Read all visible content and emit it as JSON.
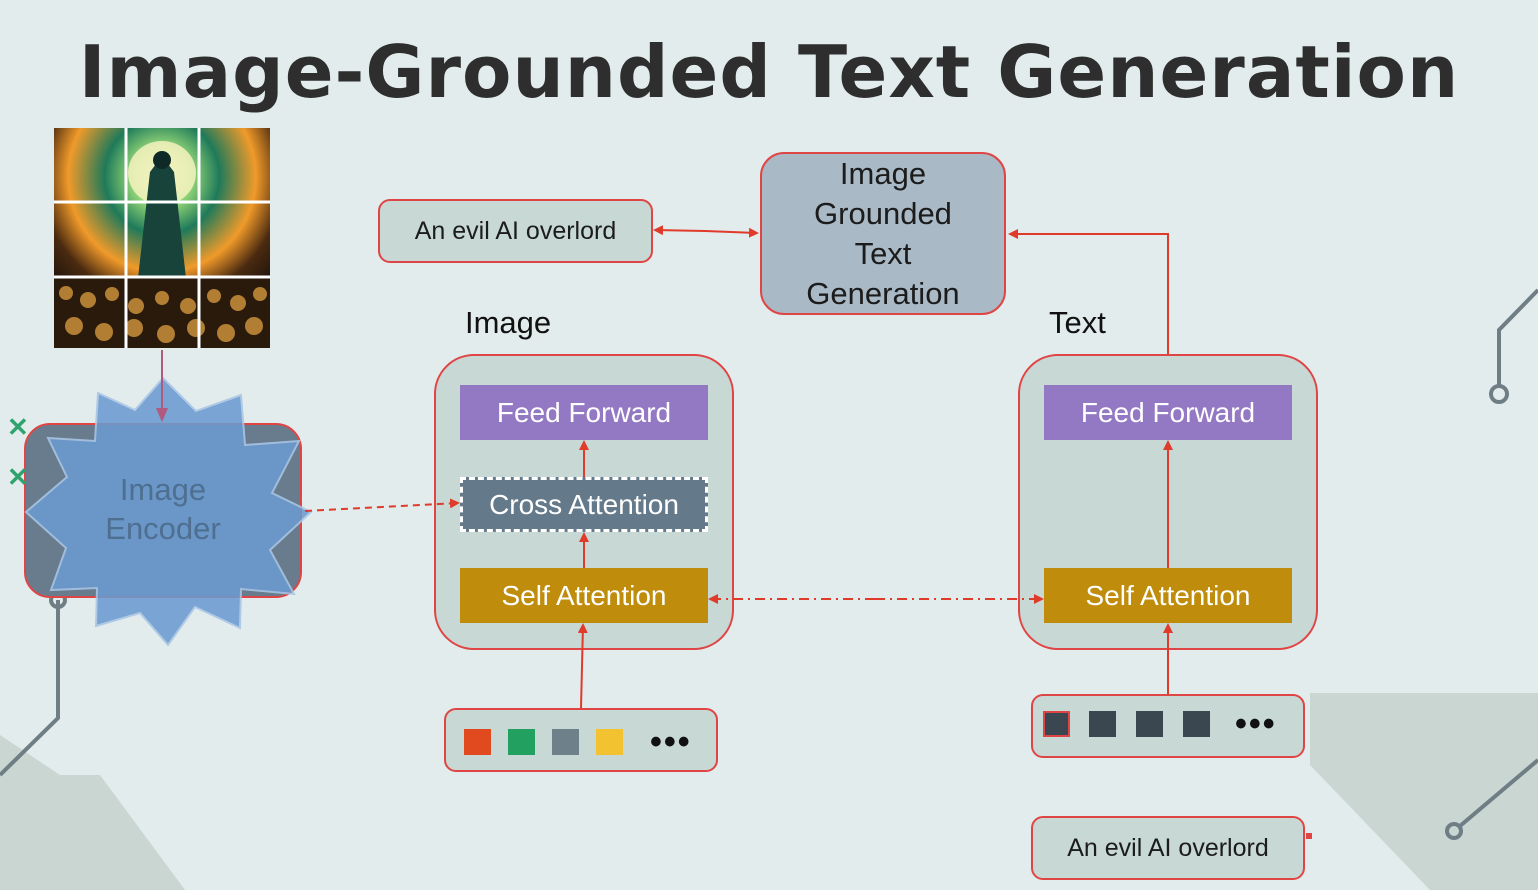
{
  "title": "Image-Grounded Text Generation",
  "caption_top": "An evil AI overlord",
  "caption_bottom": "An evil AI overlord",
  "task_box": [
    "Image",
    "Grounded",
    "Text",
    "Generation"
  ],
  "encoder": {
    "line1": "Image",
    "line2": "Encoder"
  },
  "image_branch": {
    "label": "Image",
    "feed_forward": "Feed Forward",
    "cross_attention": "Cross Attention",
    "self_attention": "Self Attention",
    "token_colors": [
      "#e04a1e",
      "#22a060",
      "#6e8089",
      "#f2c230"
    ],
    "ellipsis": "•••"
  },
  "text_branch": {
    "label": "Text",
    "feed_forward": "Feed Forward",
    "self_attention": "Self Attention",
    "token_colors": [
      "#3a4650",
      "#3a4650",
      "#3a4650",
      "#3a4650"
    ],
    "ellipsis": "•••"
  },
  "colors": {
    "accent_red": "#e04545",
    "feed_forward": "#9379c3",
    "self_attention": "#bf8c0b",
    "cross_attention": "#647a8b",
    "encoder_star": "#6b9bd0"
  },
  "icons": [
    "star-burst-icon",
    "close-icon",
    "circuit-line-icon"
  ]
}
